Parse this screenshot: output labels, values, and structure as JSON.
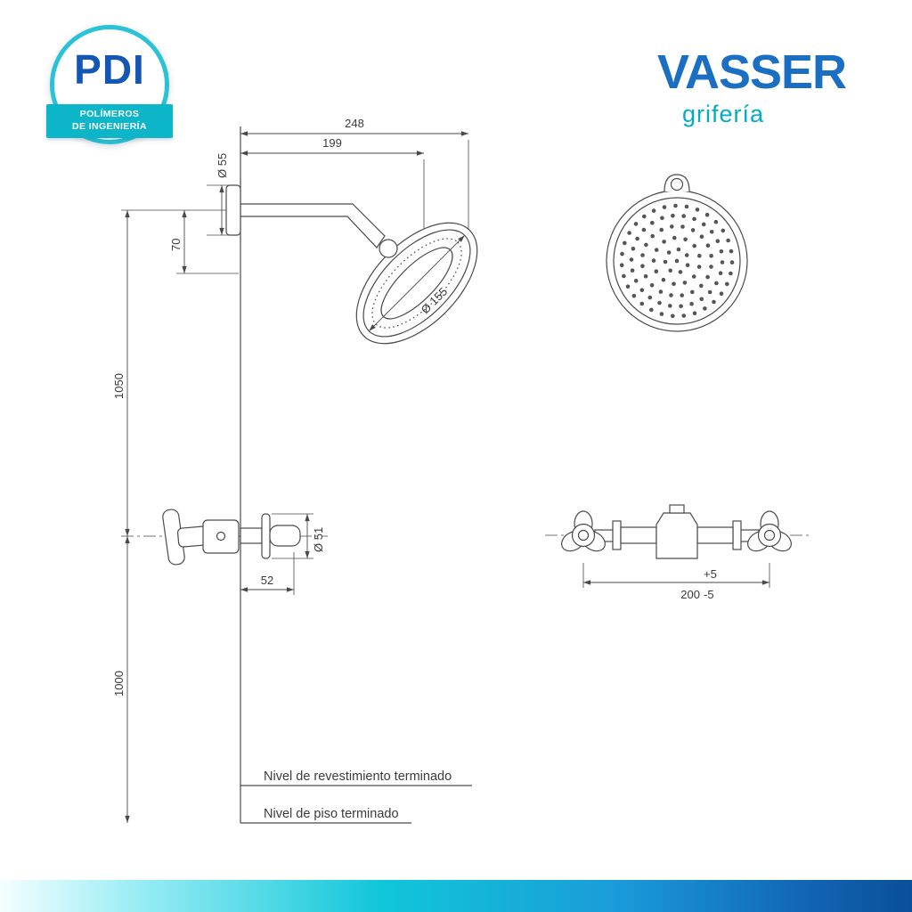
{
  "logo_pdi": {
    "acronym": "PDI",
    "tagline_line1": "POLÍMEROS",
    "tagline_line2": "DE INGENIERÍA"
  },
  "logo_vasser": {
    "brand": "VASSER",
    "tagline": "grifería"
  },
  "drawing": {
    "side_view": {
      "dims": {
        "width_total": "248",
        "width_arm": "199",
        "flange_diameter": "Ø 55",
        "head_drop": "70",
        "height_upper": "1050",
        "head_diameter": "Ø 155",
        "escutcheon_diameter": "Ø 51",
        "valve_projection": "52",
        "height_lower": "1000"
      },
      "labels": {
        "finished_wall": "Nivel de revestimiento terminado",
        "finished_floor": "Nivel de piso terminado"
      }
    },
    "front_view": {
      "dims": {
        "spread_value": "200",
        "tol_plus": "+5",
        "tol_minus": "-5"
      }
    }
  },
  "colors": {
    "brand_blue": "#1b6fc3",
    "brand_cyan": "#0cb5c8",
    "line": "#4a4a4a"
  }
}
